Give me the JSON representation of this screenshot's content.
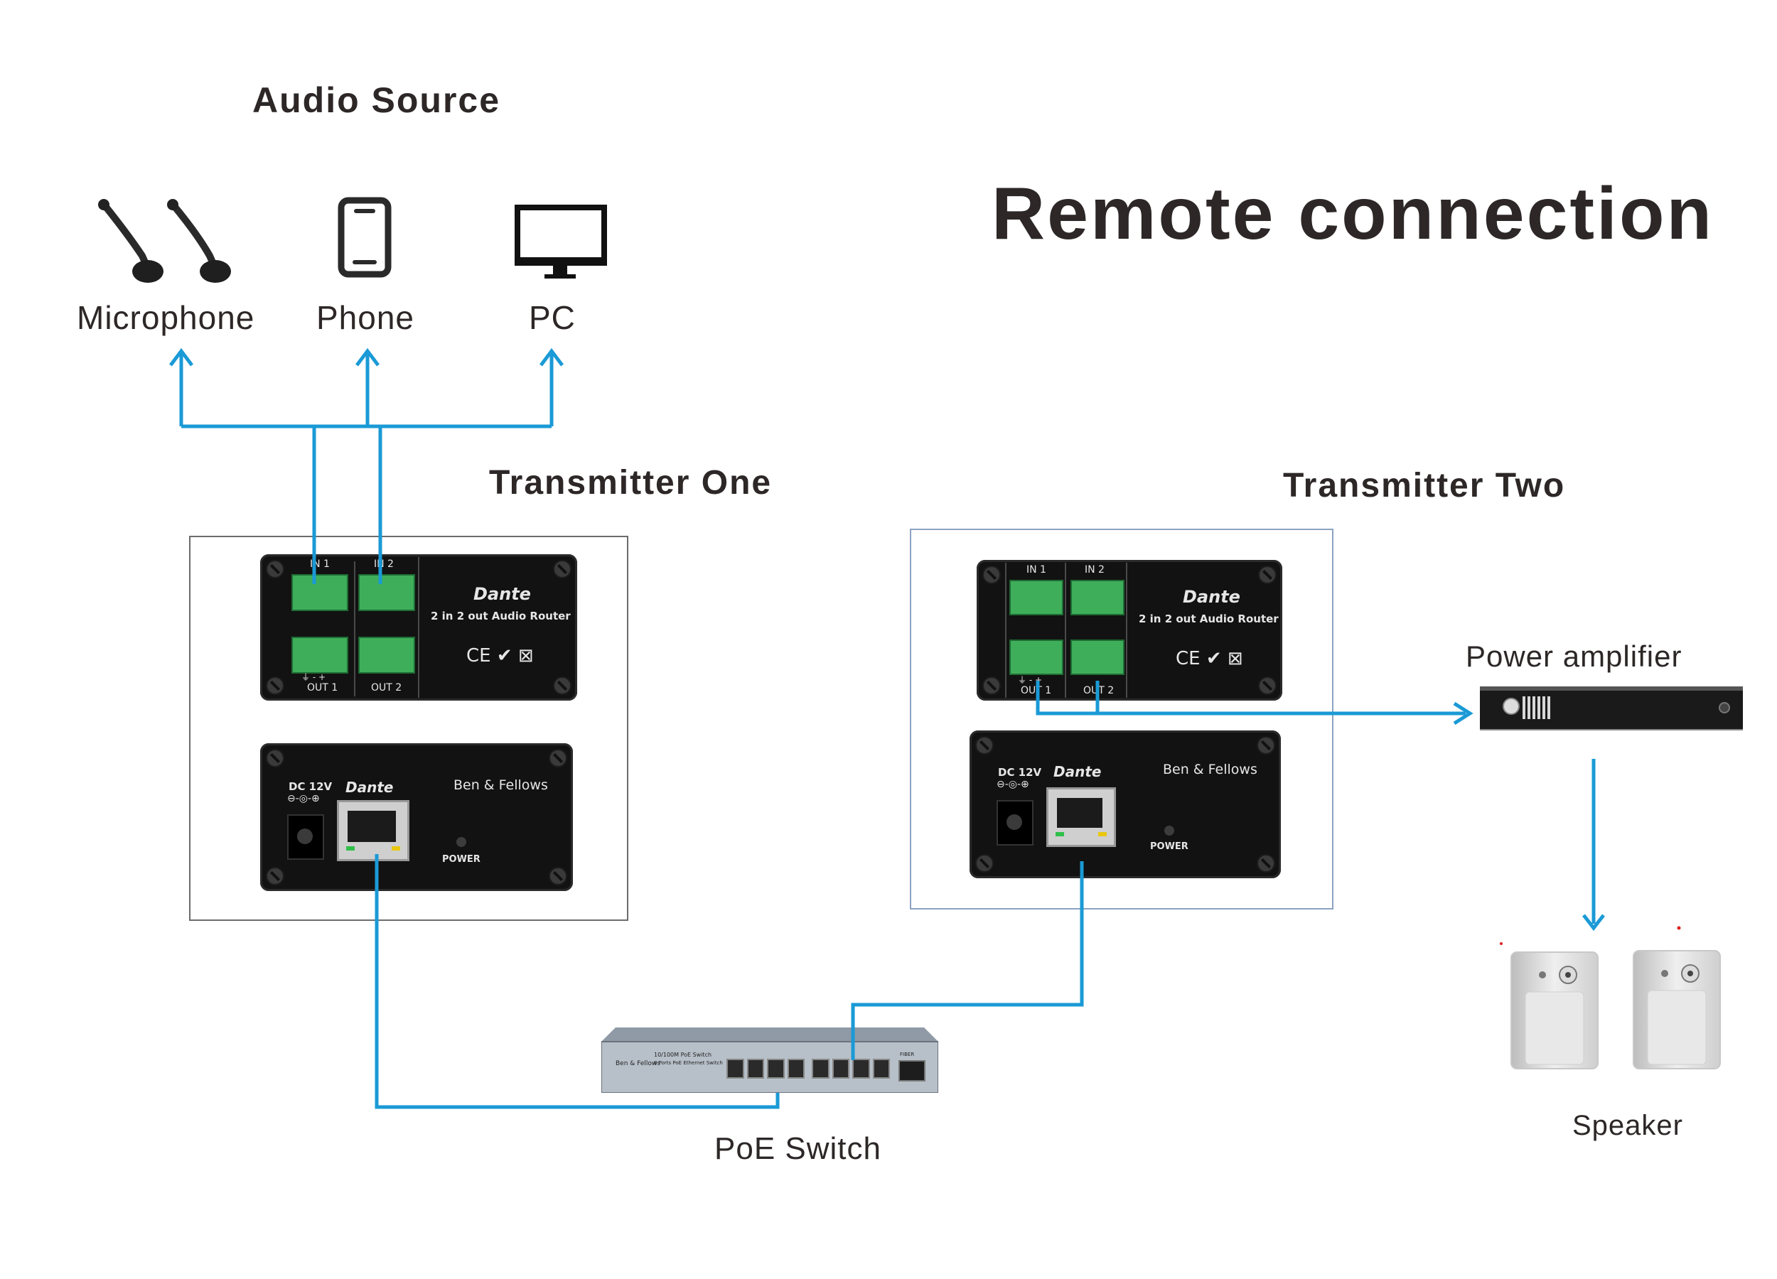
{
  "title": "Remote connection",
  "audio_source": {
    "heading": "Audio Source",
    "items": [
      {
        "label": "Microphone",
        "icon": "microphone-icon"
      },
      {
        "label": "Phone",
        "icon": "phone-icon"
      },
      {
        "label": "PC",
        "icon": "pc-monitor-icon"
      }
    ]
  },
  "transmitter_one": {
    "heading": "Transmitter One",
    "front": {
      "in1": "IN 1",
      "in2": "IN 2",
      "out1": "OUT 1",
      "out2": "OUT 2",
      "brand": "Dante",
      "model": "2 in 2 out Audio Router",
      "marks": "CE ✔ ⊠",
      "pins": "⏚  -  +"
    },
    "back": {
      "dc": "DC 12V",
      "dc_symbol": "⊖-◎-⊕",
      "brand": "Dante",
      "maker": "Ben & Fellows",
      "power": "POWER"
    }
  },
  "transmitter_two": {
    "heading": "Transmitter Two",
    "front": {
      "in1": "IN 1",
      "in2": "IN 2",
      "out1": "OUT 1",
      "out2": "OUT 2",
      "brand": "Dante",
      "model": "2 in 2 out Audio Router",
      "marks": "CE ✔ ⊠",
      "pins": "⏚  -  +"
    },
    "back": {
      "dc": "DC 12V",
      "dc_symbol": "⊖-◎-⊕",
      "brand": "Dante",
      "maker": "Ben & Fellows",
      "power": "POWER"
    }
  },
  "power_amplifier": {
    "label": "Power amplifier",
    "icon": "power-amplifier-icon"
  },
  "speaker": {
    "label": "Speaker",
    "icon": "speaker-icon"
  },
  "poe_switch": {
    "label": "PoE Switch",
    "brand": "Ben & Fellows",
    "model": "10/100M PoE Switch",
    "sub": "8 Ports PoE Ethernet Switch",
    "port_tag": "FIBER"
  },
  "colors": {
    "connector": "#1a9ad6",
    "text": "#2d2727",
    "device": "#121212",
    "terminal": "#3fae5a"
  }
}
